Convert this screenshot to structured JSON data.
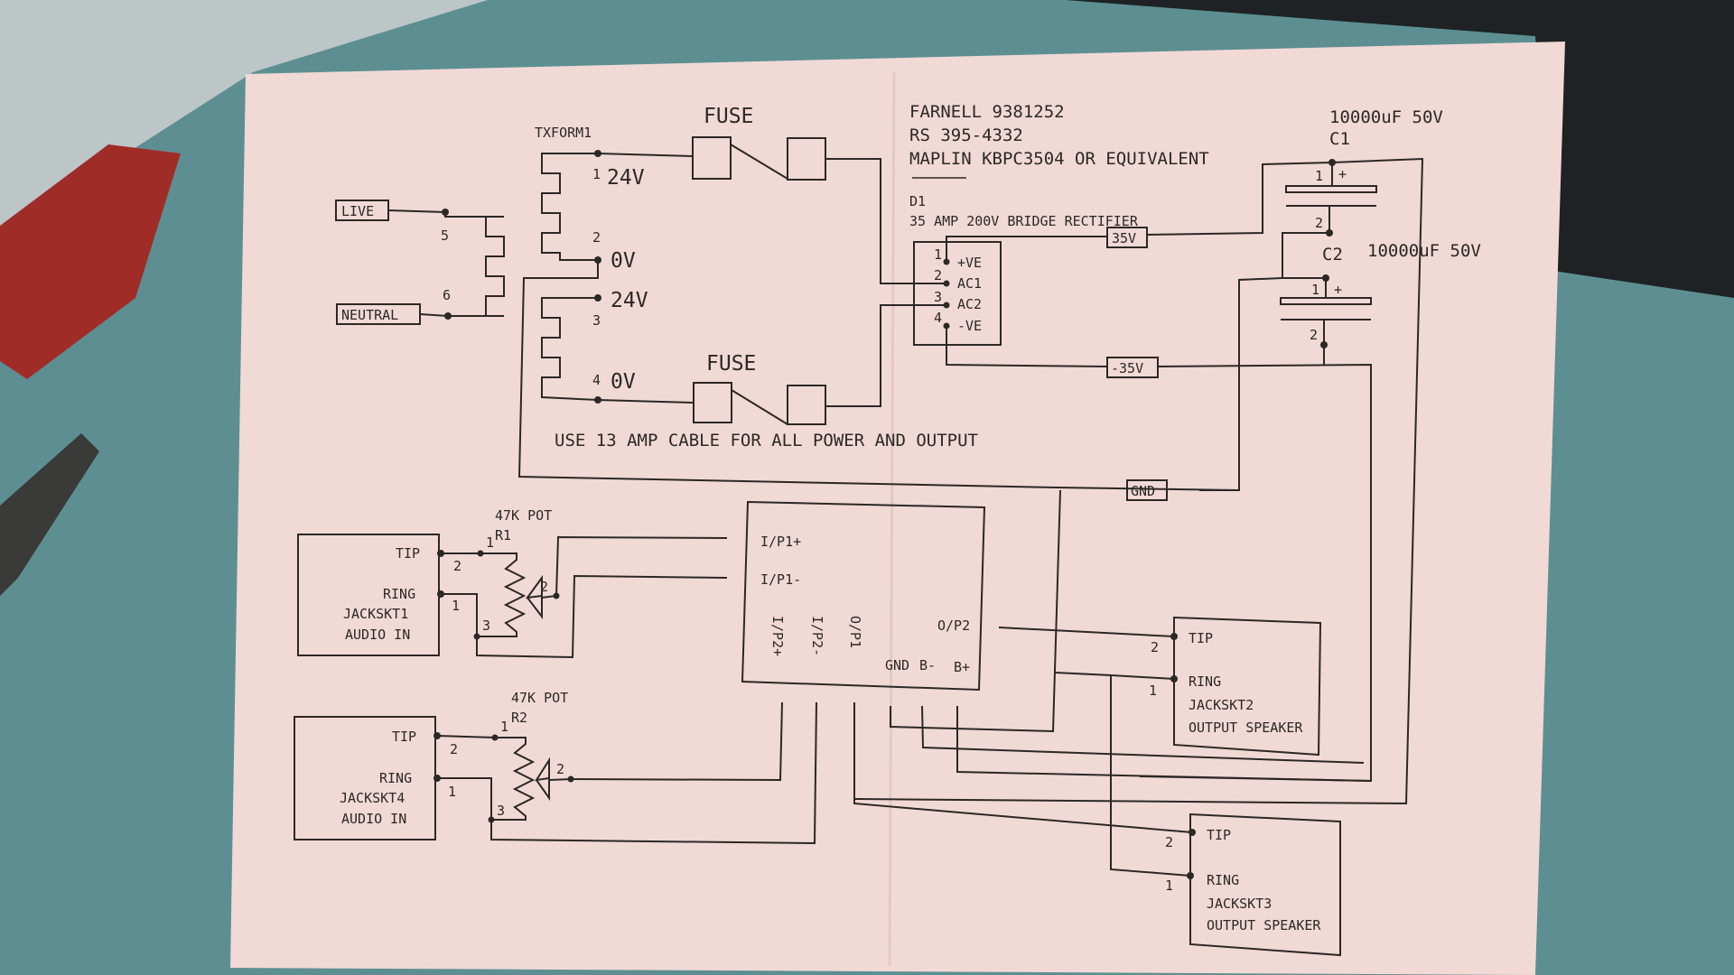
{
  "background": {
    "table_color": "#5d8f92",
    "paper_color": "#f1d9d6",
    "ink_color": "#2b2826"
  },
  "power": {
    "transformer": "TXFORM1",
    "fuse_top": "FUSE",
    "fuse_bottom": "FUSE",
    "live": "LIVE",
    "neutral": "NEUTRAL",
    "pin5": "5",
    "pin6": "6",
    "sec": [
      "1",
      "2",
      "3",
      "4"
    ],
    "v24a": "24V",
    "v0a": "0V",
    "v24b": "24V",
    "v0b": "0V",
    "note": "USE 13 AMP CABLE FOR ALL POWER AND OUTPUT"
  },
  "rectifier": {
    "line1": "FARNELL 9381252",
    "line2": "RS 395-4332",
    "line3": "MAPLIN KBPC3504 OR EQUIVALENT",
    "ref": "D1",
    "desc": "35 AMP 200V BRIDGE RECTIFIER",
    "pins": [
      "1",
      "2",
      "3",
      "4"
    ],
    "pin_labels": [
      "+VE",
      "AC1",
      "AC2",
      "-VE"
    ]
  },
  "caps": {
    "c1_value": "10000uF 50V",
    "c1_ref": "C1",
    "c2_value": "10000uF 50V",
    "c2_ref": "C2",
    "pin1": "1",
    "pin2": "2",
    "plus": "+"
  },
  "rails": {
    "pos": "35V",
    "neg": "-35V",
    "gnd": "GND"
  },
  "amp": {
    "ip1p": "I/P1+",
    "ip1n": "I/P1-",
    "ip2p": "I/P2+",
    "ip2n": "I/P2-",
    "op1": "O/P1",
    "op2": "O/P2",
    "gnd": "GND",
    "bneg": "B-",
    "bpos": "B+"
  },
  "pots": {
    "r1_value": "47K POT",
    "r1_ref": "R1",
    "r2_value": "47K POT",
    "r2_ref": "R2",
    "p1": "1",
    "p2": "2",
    "p3": "3"
  },
  "jacks": {
    "j1": {
      "tip": "TIP",
      "ring": "RING",
      "name": "JACKSKT1",
      "desc": "AUDIO IN"
    },
    "j4": {
      "tip": "TIP",
      "ring": "RING",
      "name": "JACKSKT4",
      "desc": "AUDIO IN"
    },
    "j2": {
      "tip": "TIP",
      "ring": "RING",
      "name": "JACKSKT2",
      "desc": "OUTPUT SPEAKER"
    },
    "j3": {
      "tip": "TIP",
      "ring": "RING",
      "name": "JACKSKT3",
      "desc": "OUTPUT SPEAKER"
    },
    "pin1": "1",
    "pin2": "2"
  }
}
